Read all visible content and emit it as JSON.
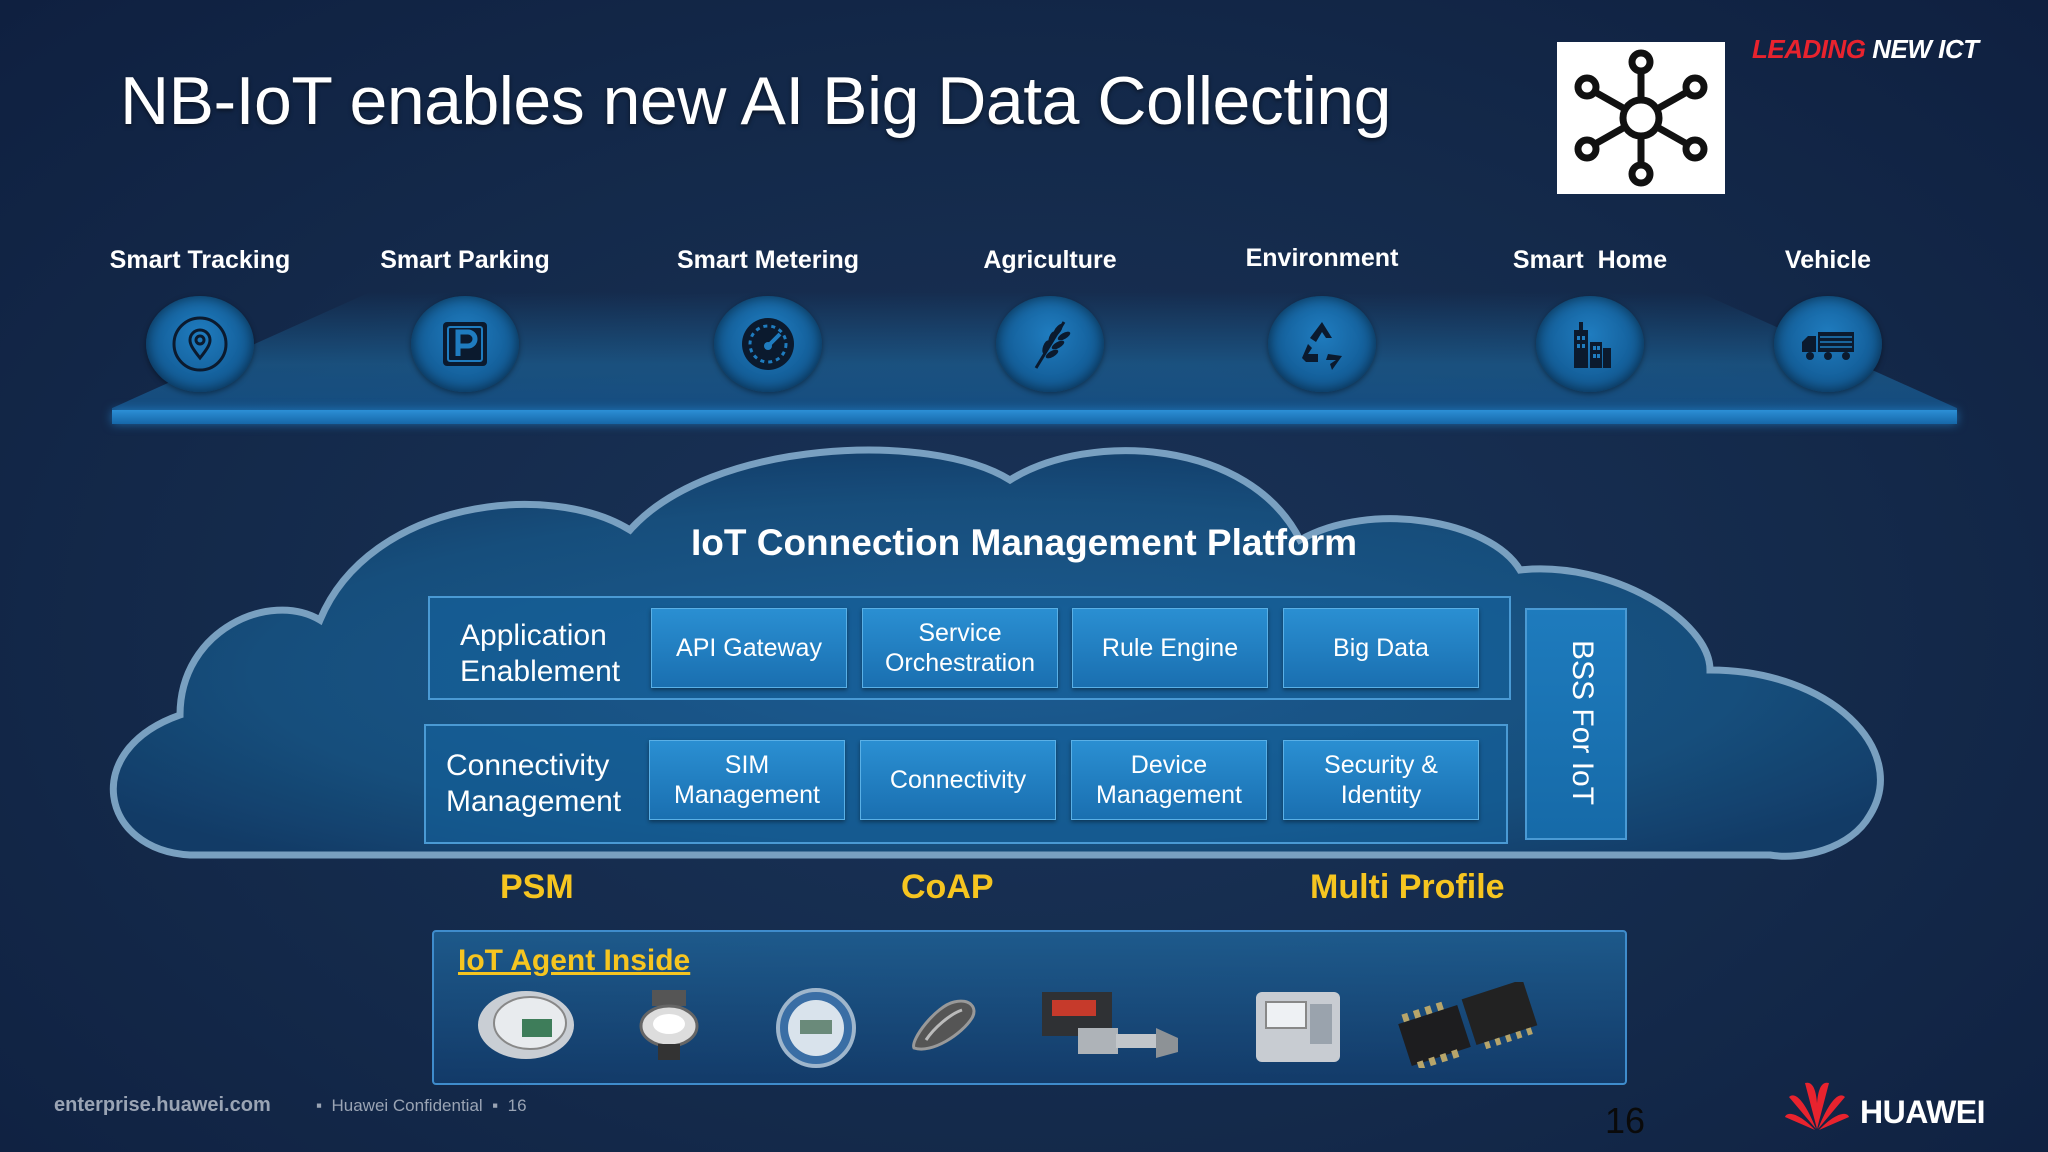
{
  "title": "NB-IoT enables new AI Big Data Collecting",
  "tagline": {
    "leading": "LEADING",
    "new_ict": "NEW ICT"
  },
  "applications": [
    {
      "label": "Smart Tracking",
      "icon": "location-pin-icon"
    },
    {
      "label": "Smart Parking",
      "icon": "parking-sign-icon"
    },
    {
      "label": "Smart Metering",
      "icon": "gauge-icon"
    },
    {
      "label": "Agriculture",
      "icon": "wheat-icon"
    },
    {
      "label": "Environment",
      "icon": "recycle-icon"
    },
    {
      "label": "Smart  Home",
      "icon": "buildings-icon"
    },
    {
      "label": "Vehicle",
      "icon": "truck-icon"
    }
  ],
  "platform": {
    "title": "IoT Connection Management Platform",
    "application_enablement": {
      "label": "Application Enablement",
      "modules": [
        "API Gateway",
        "Service Orchestration",
        "Rule Engine",
        "Big Data"
      ]
    },
    "connectivity_management": {
      "label": "Connectivity Management",
      "modules": [
        "SIM Management",
        "Connectivity",
        "Device Management",
        "Security & Identity"
      ]
    },
    "bss": "BSS For IoT"
  },
  "protocols": [
    "PSM",
    "CoAP",
    "Multi Profile"
  ],
  "agent": {
    "label": "IoT Agent Inside",
    "devices": [
      "smart-meter-icon",
      "water-meter-icon",
      "electric-meter-icon",
      "sensor-tag-icon",
      "pressure-sensor-icon",
      "gas-meter-icon",
      "chip-module-icon"
    ]
  },
  "footer": {
    "site": "enterprise.huawei.com",
    "confidential": "Huawei Confidential",
    "slide_number": "16",
    "page_number": "16",
    "brand": "HUAWEI"
  },
  "colors": {
    "background": "#132544",
    "accent_blue": "#1a6fb0",
    "protocol_yellow": "#f6c520",
    "brand_red": "#e8232e"
  }
}
